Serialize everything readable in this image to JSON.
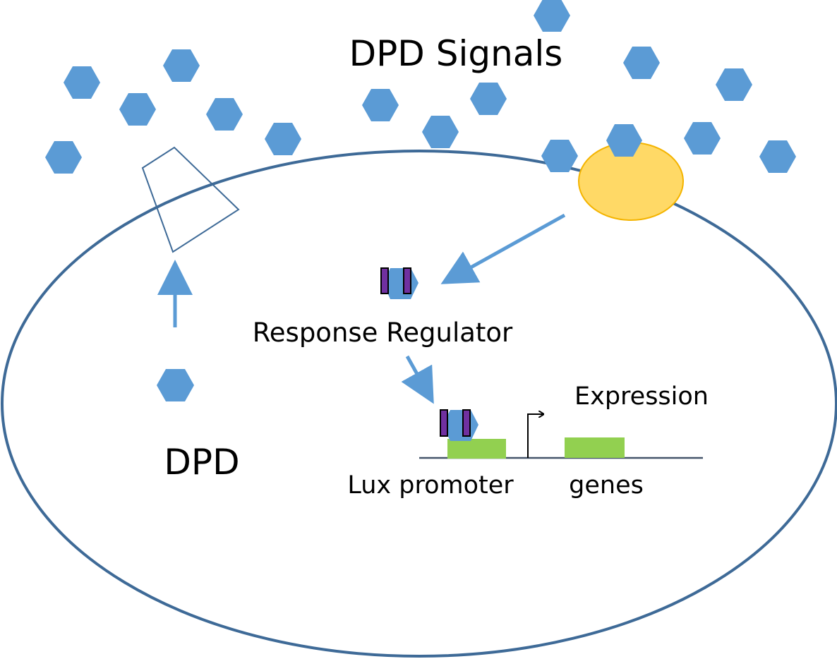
{
  "labels": {
    "signals": "DPD Signals",
    "dpd": "DPD",
    "response_regulator": "Response Regulator",
    "expression": "Expression",
    "lux_promoter": "Lux promoter",
    "genes": "genes"
  },
  "colors": {
    "signal_molecule": "#5b9bd5",
    "cell_membrane": "#3e6a97",
    "receptor": "#ffd966",
    "receptor_outline": "#f4b400",
    "arrow": "#5b9bd5",
    "dna_block": "#92d050",
    "regulator_bar": "#7030a0",
    "dna_line": "#44546a",
    "transcription_arrow": "#000000"
  }
}
